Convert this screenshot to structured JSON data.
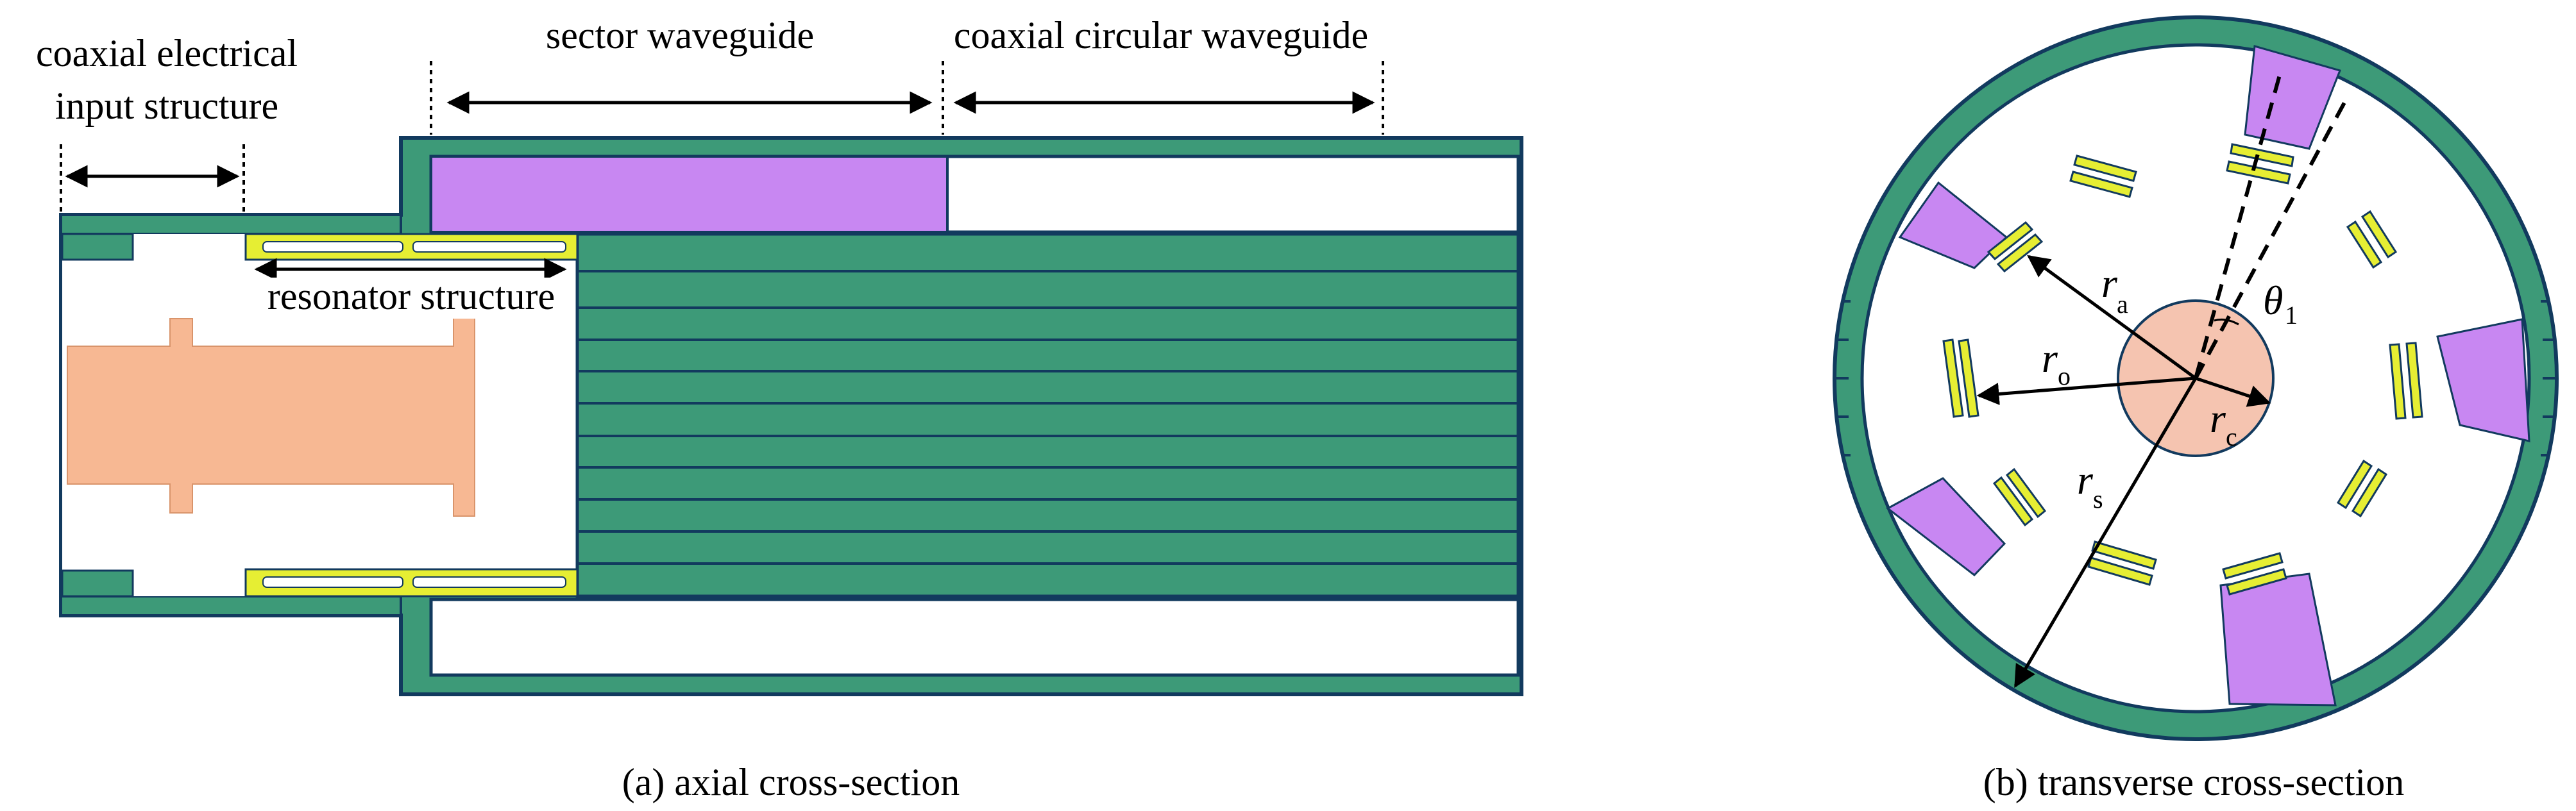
{
  "colors": {
    "green": "#3d9a78",
    "line": "#123a5e",
    "purple": "#c887f2",
    "yellow": "#e6ee33",
    "salmon": "#f7b893",
    "pink": "#f5c4b0"
  },
  "axial": {
    "labels": {
      "input_line1": "coaxial electrical",
      "input_line2": "input structure",
      "sector": "sector waveguide",
      "coaxial": "coaxial circular waveguide",
      "resonator": "resonator structure"
    },
    "caption": "(a) axial cross-section"
  },
  "transverse": {
    "symbols": {
      "ra": "r",
      "ra_sub": "a",
      "ro": "r",
      "ro_sub": "o",
      "rc": "r",
      "rc_sub": "c",
      "rs": "r",
      "rs_sub": "s",
      "theta": "θ",
      "theta_sub": "1"
    },
    "caption": "(b) transverse cross-section"
  }
}
